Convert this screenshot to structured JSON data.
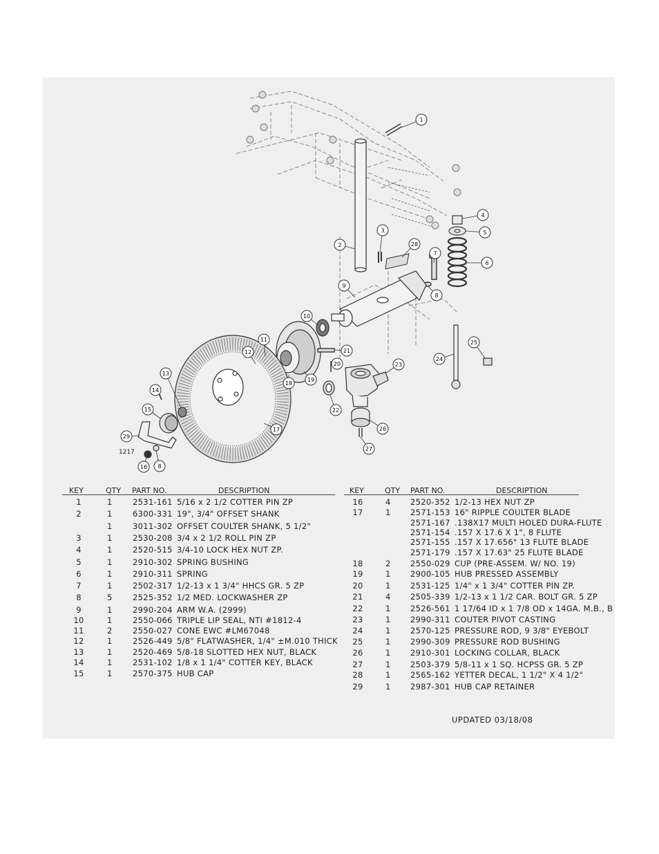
{
  "drawing_code": "1217",
  "callouts": [
    "1",
    "2",
    "3",
    "4",
    "5",
    "6",
    "7",
    "8",
    "9",
    "10",
    "11",
    "12",
    "13",
    "14",
    "15",
    "16",
    "17",
    "18",
    "19",
    "20",
    "21",
    "22",
    "23",
    "24",
    "25",
    "26",
    "27",
    "28",
    "29"
  ],
  "columns": {
    "key": "KEY",
    "qty": "QTY",
    "part": "PART NO.",
    "desc": "DESCRIPTION"
  },
  "left_rows": [
    {
      "key": "1",
      "qty": "1",
      "part": "2531-161",
      "desc": "5/16 x 2 1/2 COTTER PIN ZP"
    },
    {
      "key": "2",
      "qty": "1",
      "part": "6300-331",
      "desc": "19\", 3/4\" OFFSET SHANK"
    },
    {
      "key": "",
      "qty": "1",
      "part": "3011-302",
      "desc": "OFFSET COULTER SHANK, 5 1/2\""
    },
    {
      "key": "3",
      "qty": "1",
      "part": "2530-208",
      "desc": "3/4 x 2 1/2 ROLL PIN ZP"
    },
    {
      "key": "4",
      "qty": "1",
      "part": "2520-515",
      "desc": "3/4-10 LOCK HEX NUT ZP."
    },
    {
      "key": "5",
      "qty": "1",
      "part": "2910-302",
      "desc": "SPRING BUSHING"
    },
    {
      "key": "6",
      "qty": "1",
      "part": "2910-311",
      "desc": "SPRING"
    },
    {
      "key": "7",
      "qty": "1",
      "part": "2502-317",
      "desc": "1/2-13 x 1 3/4\" HHCS GR. 5 ZP"
    },
    {
      "key": "8",
      "qty": "5",
      "part": "2525-352",
      "desc": "1/2 MED. LOCKWASHER ZP"
    },
    {
      "key": "9",
      "qty": "1",
      "part": "2990-204",
      "desc": "ARM W.A. (2999)"
    },
    {
      "key": "10",
      "qty": "1",
      "part": "2550-066",
      "desc": "TRIPLE LIP SEAL, NTI #1812-4"
    },
    {
      "key": "11",
      "qty": "2",
      "part": "2550-027",
      "desc": "CONE EWC #LM67048"
    },
    {
      "key": "12",
      "qty": "1",
      "part": "2526-449",
      "desc": "5/8\" FLATWASHER, 1/4\" ±M.010 THICK"
    },
    {
      "key": "13",
      "qty": "1",
      "part": "2520-469",
      "desc": "5/8-18 SLOTTED HEX NUT, BLACK"
    },
    {
      "key": "14",
      "qty": "1",
      "part": "2531-102",
      "desc": "1/8 x 1 1/4\" COTTER KEY, BLACK"
    },
    {
      "key": "15",
      "qty": "1",
      "part": "2570-375",
      "desc": "HUB CAP"
    }
  ],
  "right_rows": [
    {
      "key": "16",
      "qty": "4",
      "part": "2520-352",
      "desc": "1/2-13 HEX NUT ZP"
    },
    {
      "key": "17",
      "qty": "1",
      "part": "2571-153",
      "desc": "16\" RIPPLE COULTER BLADE"
    },
    {
      "key": "",
      "qty": "",
      "part": "2571-167",
      "desc": ".138X17 MULTI HOLED DURA-FLUTE"
    },
    {
      "key": "",
      "qty": "",
      "part": "2571-154",
      "desc": ".157 X 17.6 X 1\", 8 FLUTE"
    },
    {
      "key": "",
      "qty": "",
      "part": "2571-155",
      "desc": ".157 X 17.656\" 13 FLUTE BLADE"
    },
    {
      "key": "",
      "qty": "",
      "part": "2571-179",
      "desc": ".157 X 17.63\" 25 FLUTE BLADE"
    },
    {
      "key": "18",
      "qty": "2",
      "part": "2550-029",
      "desc": "CUP (PRE-ASSEM. W/ NO. 19)"
    },
    {
      "key": "19",
      "qty": "1",
      "part": "2900-105",
      "desc": "HUB PRESSED ASSEMBLY"
    },
    {
      "key": "20",
      "qty": "1",
      "part": "2531-125",
      "desc": "1/4\" x 1 3/4\" COTTER PIN ZP."
    },
    {
      "key": "21",
      "qty": "4",
      "part": "2505-339",
      "desc": "1/2-13 x 1 1/2 CAR. BOLT GR. 5 ZP"
    },
    {
      "key": "22",
      "qty": "1",
      "part": "2526-561",
      "desc": "1 17/64 ID x 1 7/8 OD x 14GA. M.B., B"
    },
    {
      "key": "23",
      "qty": "1",
      "part": "2990-311",
      "desc": "COUTER PIVOT CASTING"
    },
    {
      "key": "24",
      "qty": "1",
      "part": "2570-125",
      "desc": "PRESSURE ROD, 9 3/8\" EYEBOLT"
    },
    {
      "key": "25",
      "qty": "1",
      "part": "2990-309",
      "desc": "PRESSURE ROD BUSHING"
    },
    {
      "key": "26",
      "qty": "1",
      "part": "2910-301",
      "desc": "LOCKING COLLAR, BLACK"
    },
    {
      "key": "27",
      "qty": "1",
      "part": "2503-379",
      "desc": "5/8-11 x 1 SQ. HCPSS GR. 5 ZP"
    },
    {
      "key": "28",
      "qty": "1",
      "part": "2565-162",
      "desc": "YETTER DECAL, 1 1/2\" X 4 1/2\""
    },
    {
      "key": "29",
      "qty": "1",
      "part": "2987-301",
      "desc": "HUB CAP RETAINER"
    }
  ],
  "updated": "UPDATED 03/18/08"
}
